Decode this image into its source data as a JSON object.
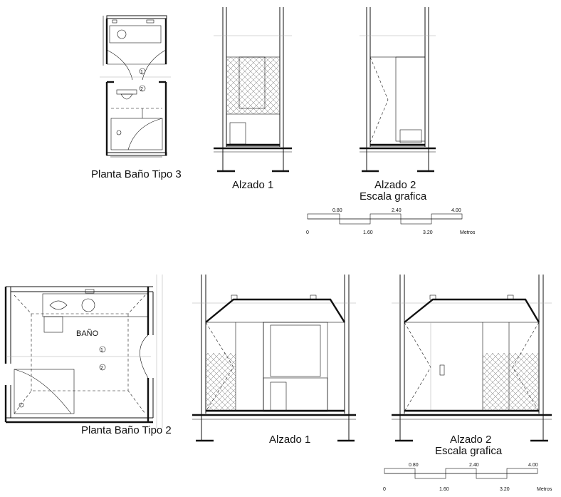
{
  "top_section": {
    "plan_title": "Planta Baño Tipo 3",
    "elevation1_title": "Alzado  1",
    "elevation2_title": "Alzado  2",
    "scale_title": "Escala grafica",
    "plan_markers": [
      "1",
      "2"
    ],
    "scale_upper_labels": [
      "0.80",
      "2.40",
      "4.00"
    ],
    "scale_lower_labels": [
      "0",
      "1.60",
      "3.20"
    ],
    "scale_unit": "Metros"
  },
  "bottom_section": {
    "plan_title": "Planta Baño Tipo 2",
    "room_label": "BAÑO",
    "elevation1_title": "Alzado  1",
    "elevation2_title": "Alzado  2",
    "scale_title": "Escala grafica",
    "plan_markers": [
      "1",
      "2"
    ],
    "scale_upper_labels": [
      "0.80",
      "2.40",
      "4.00"
    ],
    "scale_lower_labels": [
      "0",
      "1.60",
      "3.20"
    ],
    "scale_unit": "Metros"
  },
  "colors": {
    "line": "#111111",
    "hatch": "#777777",
    "background": "#ffffff"
  },
  "icons": [
    "section-marker-icon",
    "washbasin-icon",
    "toilet-icon",
    "shower-icon",
    "door-swing-icon"
  ]
}
